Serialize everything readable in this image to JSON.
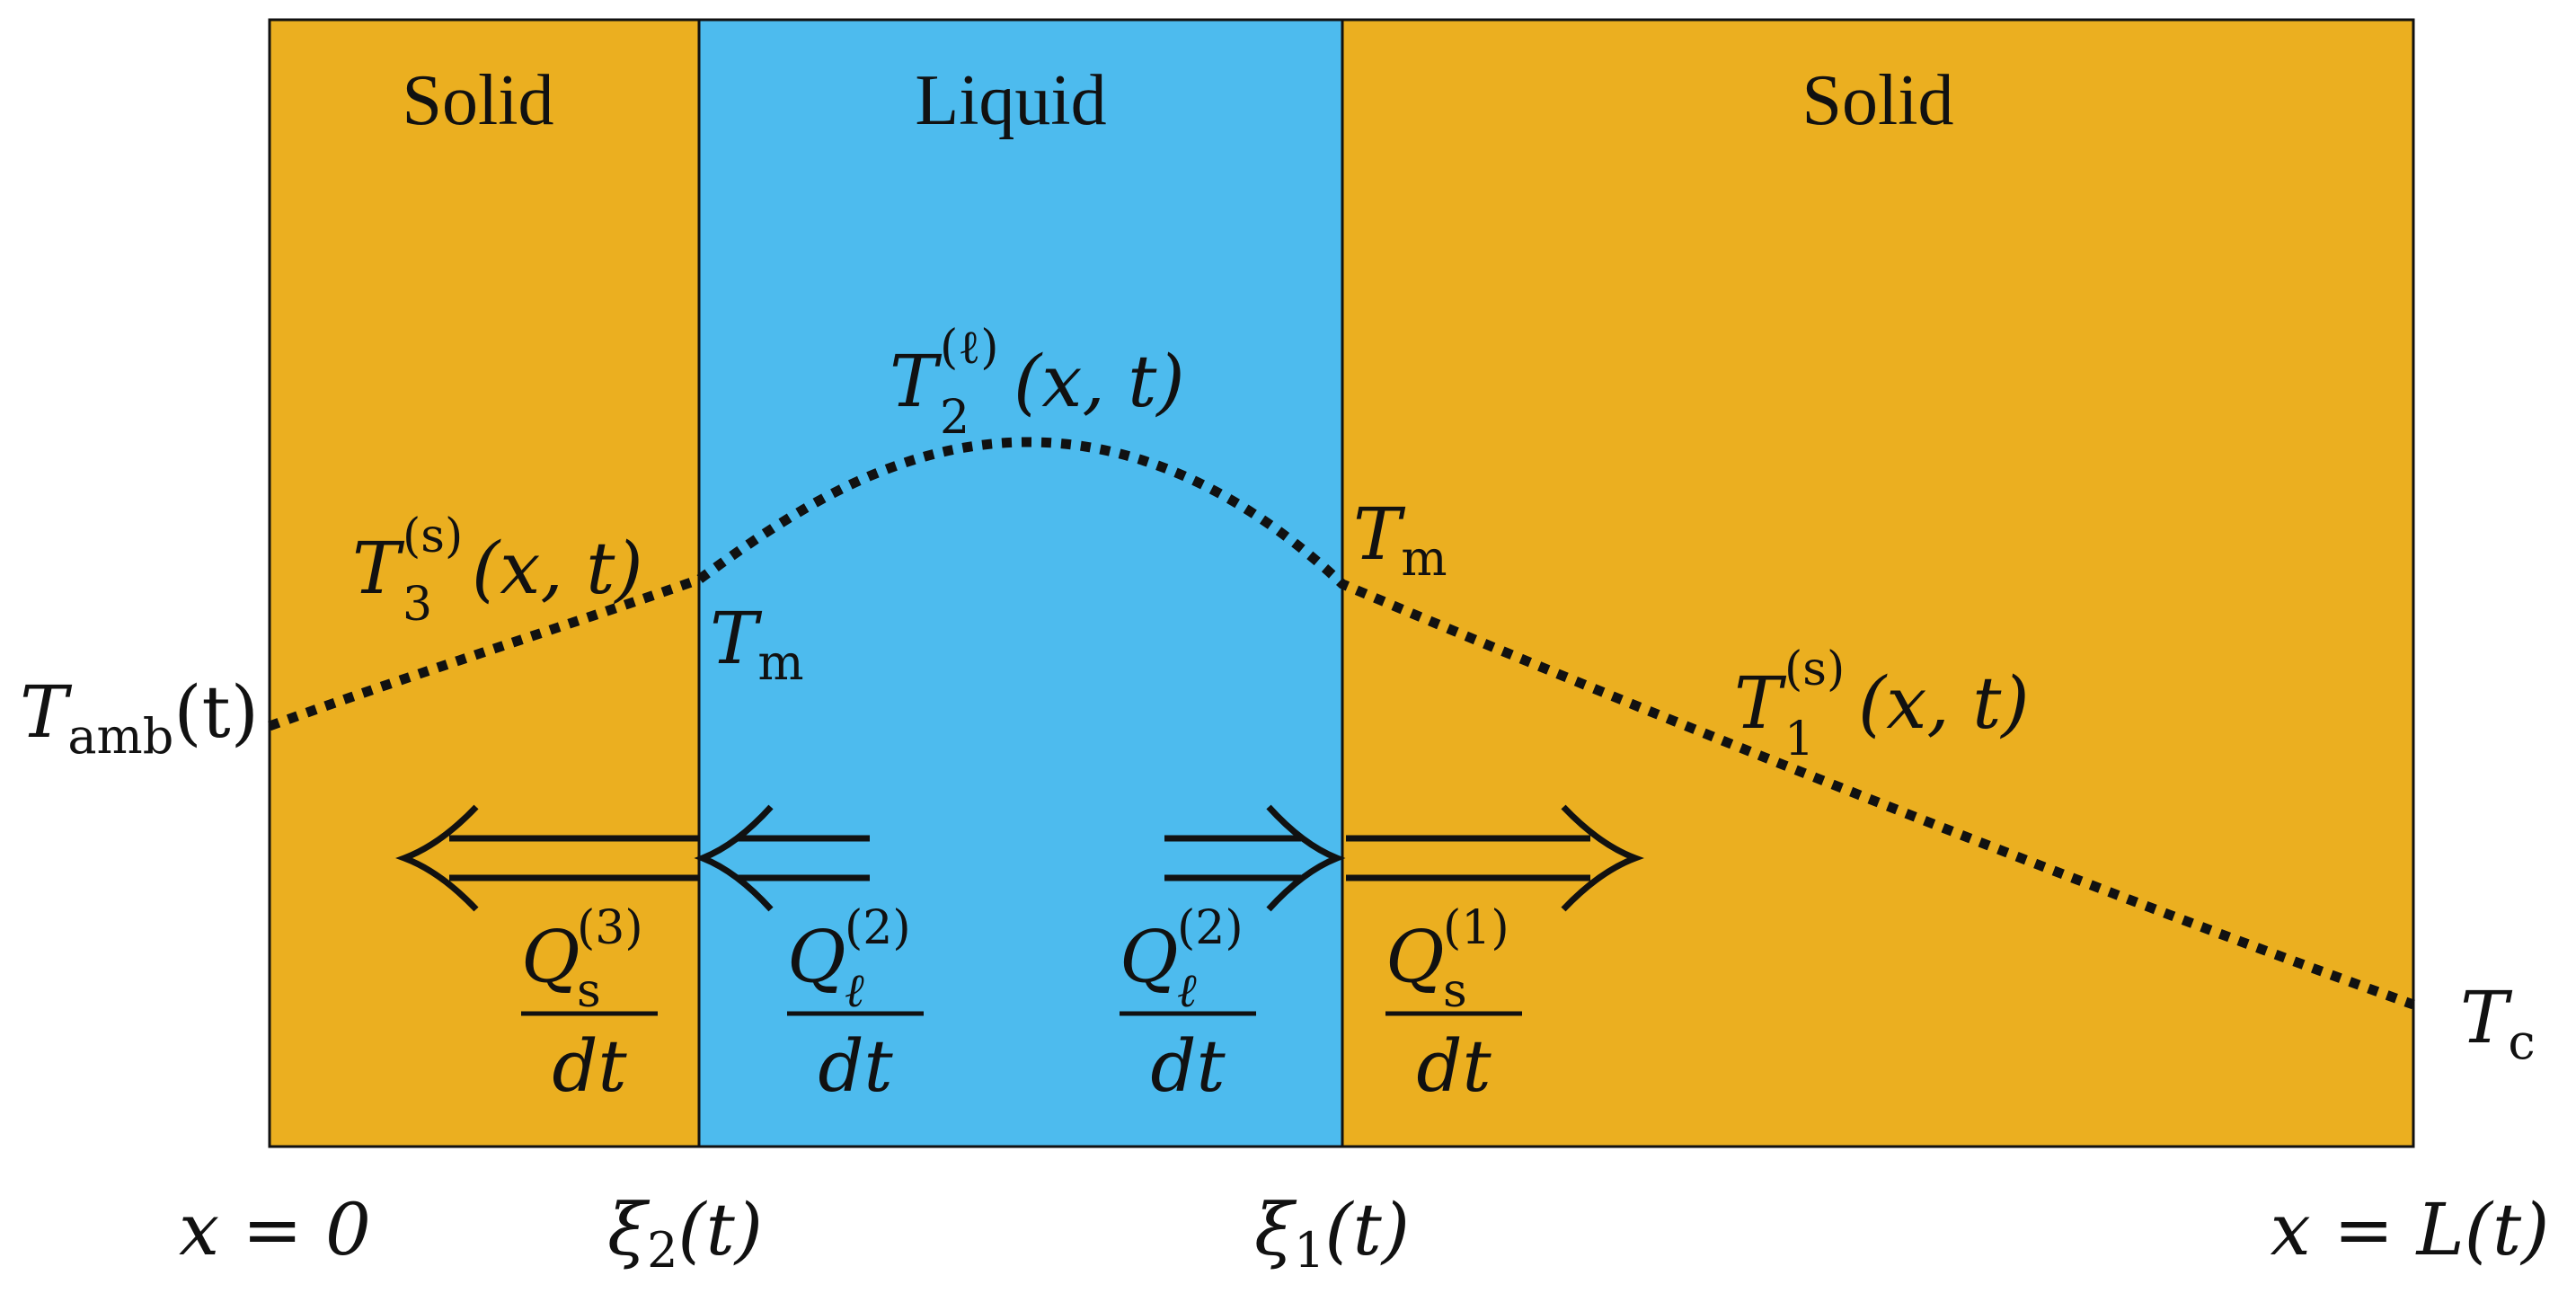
{
  "colors": {
    "solid": "#ebaf20",
    "liquid": "#4dbbee",
    "stroke": "#111111"
  },
  "regions": {
    "left_solid": "Solid",
    "liquid": "Liquid",
    "right_solid": "Solid"
  },
  "temperatures": {
    "t_amb": {
      "main": "T",
      "sub": "amb",
      "arg": "(t)"
    },
    "t3_solid": {
      "main": "T",
      "sub": "3",
      "sup": "(s)",
      "arg": "(x, t)"
    },
    "t2_liquid": {
      "main": "T",
      "sub": "2",
      "sup": "(ℓ)",
      "arg": "(x, t)"
    },
    "t1_solid": {
      "main": "T",
      "sub": "1",
      "sup": "(s)",
      "arg": "(x, t)"
    },
    "t_melt_left": {
      "main": "T",
      "sub": "m"
    },
    "t_melt_right": {
      "main": "T",
      "sub": "m"
    },
    "t_cold": {
      "main": "T",
      "sub": "c"
    }
  },
  "heat_fluxes": {
    "q3": {
      "main": "Q",
      "sub": "s",
      "sup": "(3)",
      "den": "dt"
    },
    "q2_left": {
      "main": "Q",
      "sub": "ℓ",
      "sup": "(2)",
      "den": "dt"
    },
    "q2_right": {
      "main": "Q",
      "sub": "ℓ",
      "sup": "(2)",
      "den": "dt"
    },
    "q1": {
      "main": "Q",
      "sub": "s",
      "sup": "(1)",
      "den": "dt"
    }
  },
  "axis_labels": {
    "x0": "x = 0",
    "xi2": {
      "main": "ξ",
      "sub": "2",
      "arg": "(t)"
    },
    "xi1": {
      "main": "ξ",
      "sub": "1",
      "arg": "(t)"
    },
    "xL": "x = L(t)"
  }
}
